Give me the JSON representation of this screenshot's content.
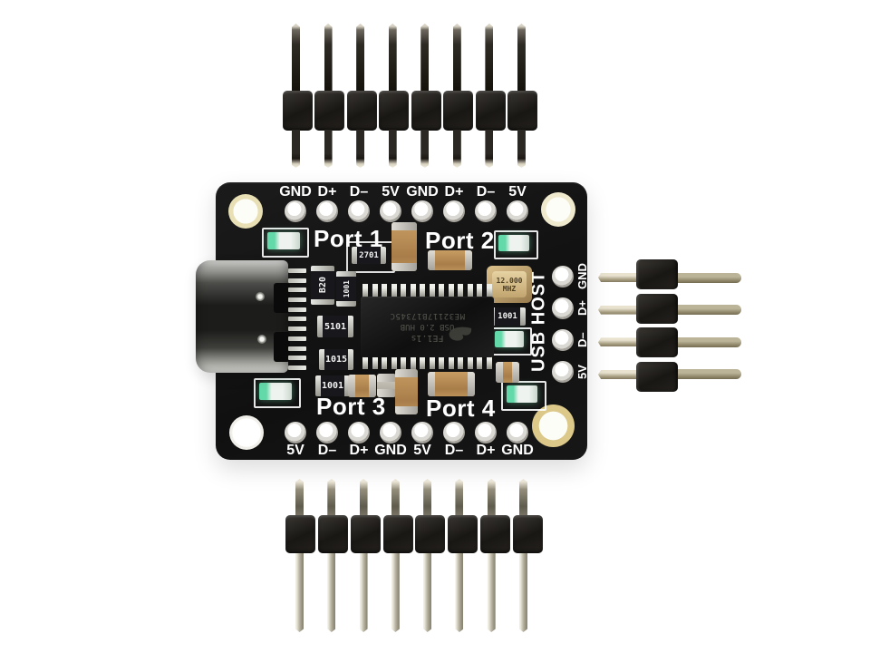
{
  "board": {
    "top_pin_labels": [
      "GND",
      "D+",
      "D–",
      "5V",
      "GND",
      "D+",
      "D–",
      "5V"
    ],
    "bottom_pin_labels": [
      "5V",
      "D–",
      "D+",
      "GND",
      "5V",
      "D–",
      "D+",
      "GND"
    ],
    "right_pin_labels": [
      "GND",
      "D+",
      "D–",
      "5V"
    ],
    "port_labels": [
      "Port 1",
      "Port 2",
      "Port 3",
      "Port 4"
    ],
    "usb_host_label": "USB HOST",
    "ic": {
      "part_number": "FE1.1s",
      "function": "USB 2.0 HUB",
      "lot_code": "ME32117B17345C"
    },
    "crystal": {
      "frequency": "12.000",
      "unit": "MHZ"
    },
    "markings": {
      "r2701": "2701",
      "b20": "B20",
      "r1001_left": "1001",
      "r5101": "5101",
      "r1015": "1015",
      "r1001_bottom": "1001",
      "r1001_right": "1001"
    }
  },
  "colors": {
    "pcb": "#131313",
    "silkscreen": "#ffffff",
    "led_green": "#7fd9b0",
    "capacitor_tan": "#b98a52",
    "crystal_gold": "#c7a974",
    "pin_silver": "#b3ae9d",
    "pin_gold": "#a99f7e",
    "pin_dark": "#23201c"
  },
  "icons": {
    "chip_logo": "bird-logo"
  }
}
